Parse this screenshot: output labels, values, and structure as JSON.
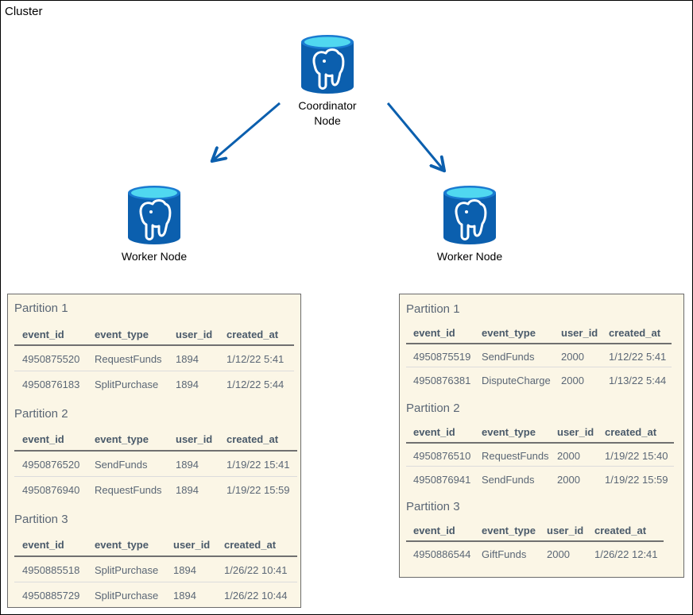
{
  "cluster": {
    "label": "Cluster"
  },
  "nodes": {
    "coordinator": {
      "line1": "Coordinator",
      "line2": "Node"
    },
    "worker_left": {
      "label": "Worker Node"
    },
    "worker_right": {
      "label": "Worker Node"
    }
  },
  "colors": {
    "arrow": "#0b5fae",
    "cylinder_body": "#0b5fae",
    "cylinder_top": "#50d8f0",
    "panel_bg": "#fbf6e6"
  },
  "icons": {
    "database": "postgresql-elephant-cylinder-icon"
  },
  "left_panel": {
    "partitions": [
      {
        "title": "Partition 1",
        "headers": [
          "event_id",
          "event_type",
          "user_id",
          "created_at"
        ],
        "rows": [
          [
            "4950875520",
            "RequestFunds",
            "1894",
            "1/12/22 5:41"
          ],
          [
            "4950876183",
            "SplitPurchase",
            "1894",
            "1/12/22 5:44"
          ]
        ]
      },
      {
        "title": "Partition 2",
        "headers": [
          "event_id",
          "event_type",
          "user_id",
          "created_at"
        ],
        "rows": [
          [
            "4950876520",
            "SendFunds",
            "1894",
            "1/19/22 15:41"
          ],
          [
            "4950876940",
            "RequestFunds",
            "1894",
            "1/19/22 15:59"
          ]
        ]
      },
      {
        "title": "Partition 3",
        "headers": [
          "event_id",
          "event_type",
          "user_id",
          "created_at"
        ],
        "rows": [
          [
            "4950885518",
            "SplitPurchase",
            "1894",
            "1/26/22 10:41"
          ],
          [
            "4950885729",
            "SplitPurchase",
            "1894",
            "1/26/22 10:44"
          ]
        ]
      }
    ]
  },
  "right_panel": {
    "partitions": [
      {
        "title": "Partition 1",
        "headers": [
          "event_id",
          "event_type",
          "user_id",
          "created_at"
        ],
        "rows": [
          [
            "4950875519",
            "SendFunds",
            "2000",
            "1/12/22 5:41"
          ],
          [
            "4950876381",
            "DisputeCharge",
            "2000",
            "1/13/22 5:44"
          ]
        ]
      },
      {
        "title": "Partition 2",
        "headers": [
          "event_id",
          "event_type",
          "user_id",
          "created_at"
        ],
        "rows": [
          [
            "4950876510",
            "RequestFunds",
            "2000",
            "1/19/22 15:40"
          ],
          [
            "4950876941",
            "SendFunds",
            "2000",
            "1/19/22 15:59"
          ]
        ]
      },
      {
        "title": "Partition 3",
        "headers": [
          "event_id",
          "event_type",
          "user_id",
          "created_at"
        ],
        "rows": [
          [
            "4950886544",
            "GiftFunds",
            "2000",
            "1/26/22 12:41"
          ]
        ]
      }
    ]
  }
}
